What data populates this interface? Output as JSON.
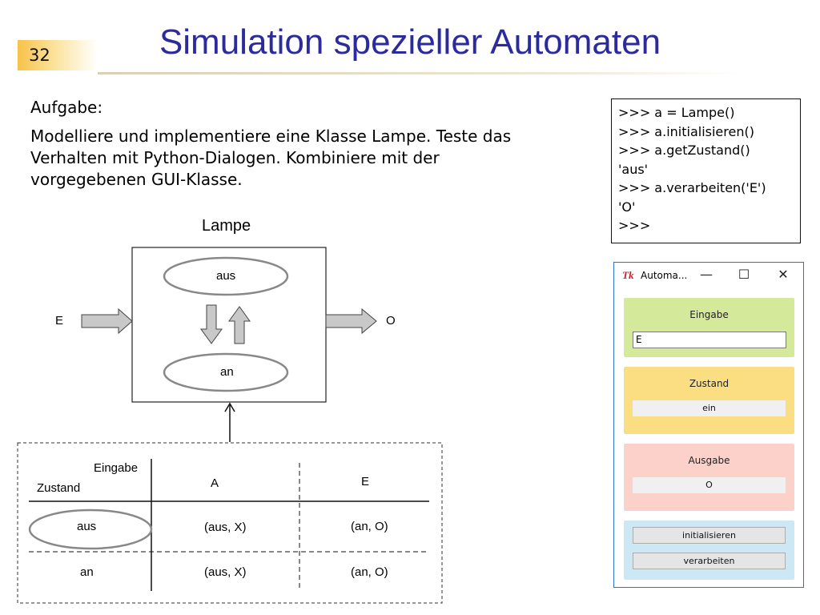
{
  "slide": {
    "number": "32",
    "title": "Simulation spezieller Automaten"
  },
  "task": {
    "heading": "Aufgabe:",
    "text": "Modelliere und implementiere eine Klasse Lampe. Teste das Verhalten mit Python-Dialogen. Kombiniere mit der vorgegebenen GUI-Klasse."
  },
  "console": {
    "lines": [
      ">>> a = Lampe()",
      ">>> a.initialisieren()",
      ">>> a.getZustand()",
      "'aus'",
      ">>> a.verarbeiten('E')",
      "'O'",
      ">>>"
    ]
  },
  "diagram": {
    "box_label": "Lampe",
    "states": [
      "aus",
      "an"
    ],
    "input_label": "E",
    "output_label": "O"
  },
  "table": {
    "corner_top": "Eingabe",
    "corner_bottom": "Zustand",
    "columns": [
      "A",
      "E"
    ],
    "rows": [
      {
        "state": "aus",
        "cells": [
          "(aus, X)",
          "(an, O)"
        ]
      },
      {
        "state": "an",
        "cells": [
          "(aus, X)",
          "(an, O)"
        ]
      }
    ]
  },
  "gui": {
    "icon_text": "Tk",
    "title": "Automa...",
    "eingabe_label": "Eingabe",
    "eingabe_value": "E",
    "zustand_label": "Zustand",
    "zustand_value": "ein",
    "ausgabe_label": "Ausgabe",
    "ausgabe_value": "O",
    "button_initialisieren": "initialisieren",
    "button_verarbeiten": "verarbeiten",
    "colors": {
      "eingabe": "#d5e99a",
      "zustand": "#fbdd82",
      "ausgabe": "#fbd1c9",
      "buttons": "#cde8f5"
    }
  }
}
